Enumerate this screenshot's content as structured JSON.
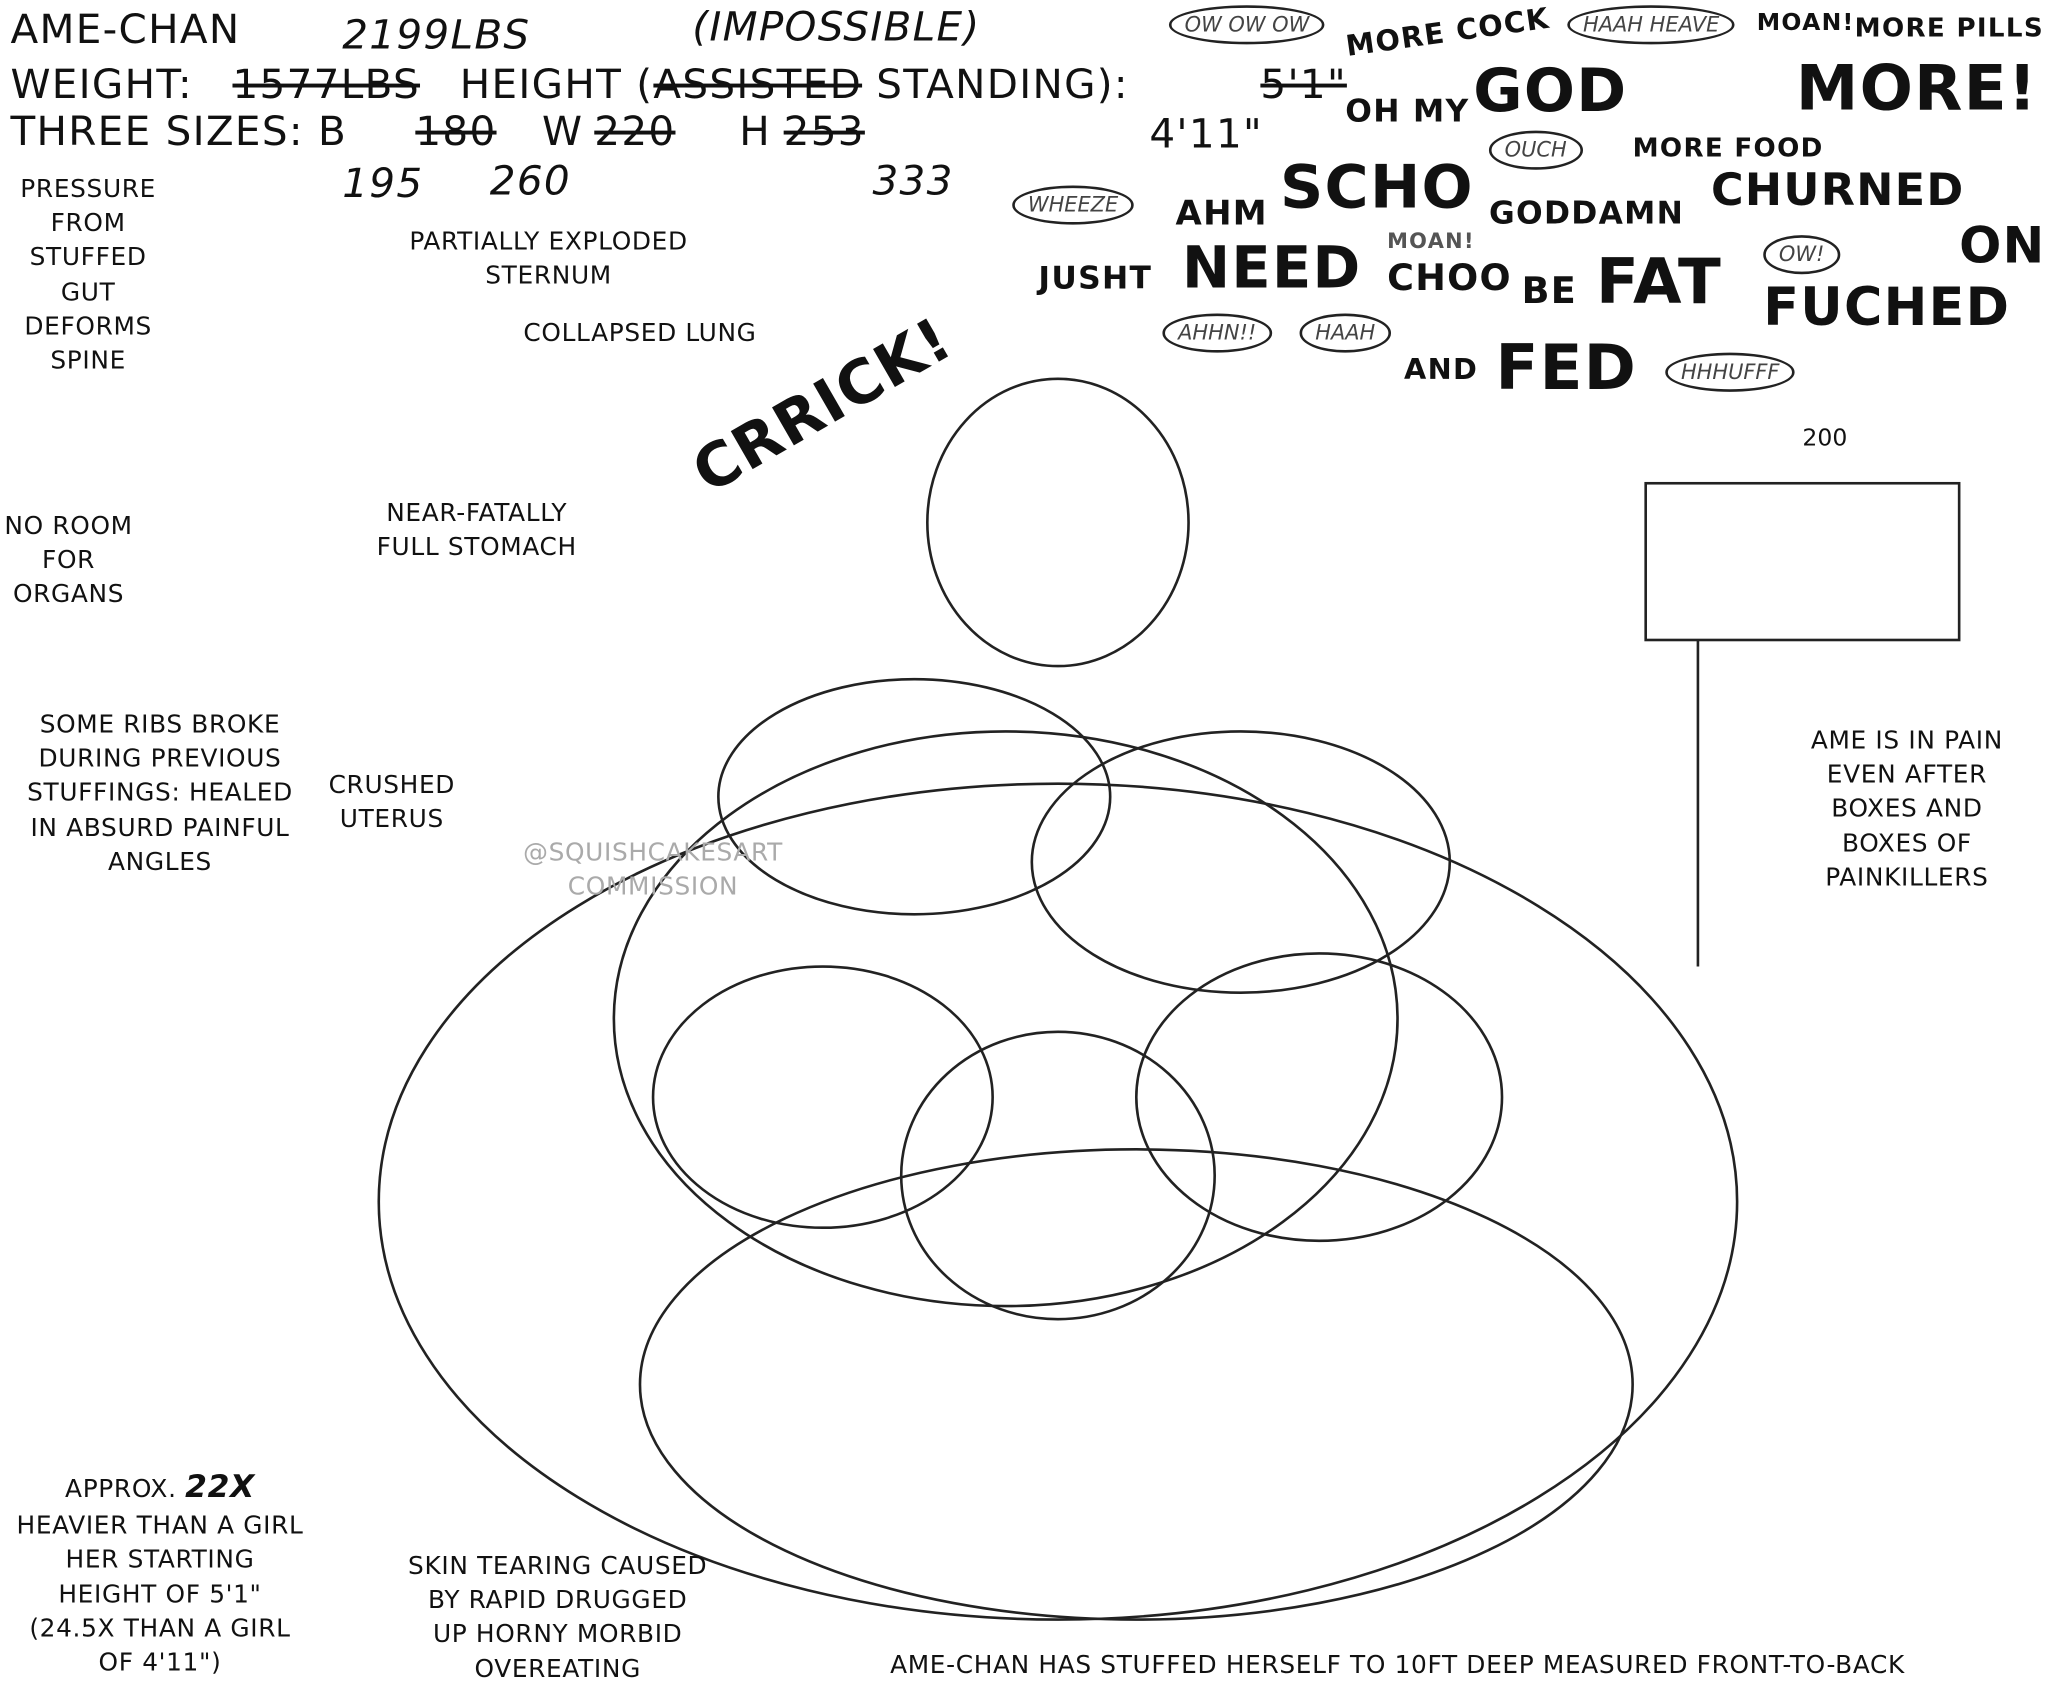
{
  "header": {
    "name": "AME-CHAN",
    "weight_new": "2199LBS",
    "impossible": "(IMPOSSIBLE)",
    "weight_label": "WEIGHT:",
    "weight_old": "1577LBS",
    "height_label_a": "HEIGHT (",
    "height_struck": "ASSISTED",
    "height_label_b": " STANDING):",
    "height_old": "5'1\"",
    "height_new": "4'11\"",
    "sizes_label": "THREE SIZES: B",
    "bust_old": "180",
    "bust_new": "195",
    "waist_label": "W",
    "waist_old": "220",
    "waist_new": "260",
    "hip_label": "H",
    "hip_old": "253",
    "hip_new": "333"
  },
  "notes": {
    "spine": "PRESSURE FROM STUFFED GUT DEFORMS SPINE",
    "sternum": "PARTIALLY EXPLODED STERNUM",
    "lung": "COLLAPSED LUNG",
    "stomach": "NEAR-FATALLY FULL STOMACH",
    "organs": "NO ROOM FOR ORGANS",
    "ribs": "SOME RIBS BROKE DURING PREVIOUS STUFFINGS: HEALED IN ABSURD PAINFUL ANGLES",
    "uterus": "CRUSHED UTERUS",
    "watermark": "@SQUISHCAKESART COMMISSION",
    "pain": "AME IS IN PAIN EVEN AFTER BOXES AND BOXES OF PAINKILLERS",
    "approx_a": "APPROX.",
    "approx_b": "22X",
    "approx_c": "HEAVIER THAN A GIRL HER STARTING HEIGHT OF 5'1\" (24.5X THAN A GIRL OF 4'11\")",
    "skin": "SKIN TEARING CAUSED BY RAPID DRUGGED UP HORNY MORBID OVEREATING",
    "depth": "AME-CHAN HAS STUFFED HERSELF TO 10FT DEEP MEASURED FRONT-TO-BACK"
  },
  "sfx": {
    "owowow": "OW OW OW",
    "more_cock": "MORE COCK",
    "haah_heave": "HAAH HEAVE",
    "moan1": "MOAN!",
    "more_pills": "MORE PILLS",
    "god": "GOD",
    "oh_my": "OH MY",
    "more_food": "MORE FOOD",
    "more": "MORE!",
    "ouch": "OUCH",
    "wheeze": "WHEEZE",
    "ahm": "AHM",
    "scho": "SCHO",
    "goddamn": "GODDAMN",
    "churned": "CHURNED",
    "on": "ON",
    "crrick": "CRRICK!",
    "jusht": "JUSHT",
    "need": "NEED",
    "moan2": "MOAN!",
    "choo": "CHOO",
    "ow": "OW!",
    "ahhn": "AHHN!!",
    "haah": "HAAH",
    "be": "BE",
    "fat": "FAT",
    "fuched": "FUCHED",
    "and": "AND",
    "fed": "FED",
    "hhhufff": "HHHUFFF",
    "box_label": "200"
  }
}
